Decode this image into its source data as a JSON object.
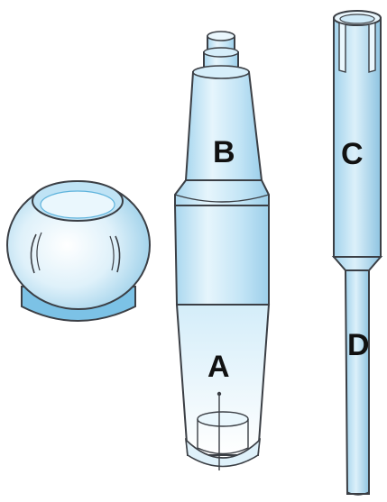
{
  "labels": {
    "a": "A",
    "b": "B",
    "c": "C",
    "d": "D"
  },
  "colors": {
    "body": "#c7e6f5",
    "body_light": "#eaf7fd",
    "body_dark": "#8fc6e2",
    "outline": "#3b3f45",
    "ball_rim": "#5eb3dc"
  }
}
